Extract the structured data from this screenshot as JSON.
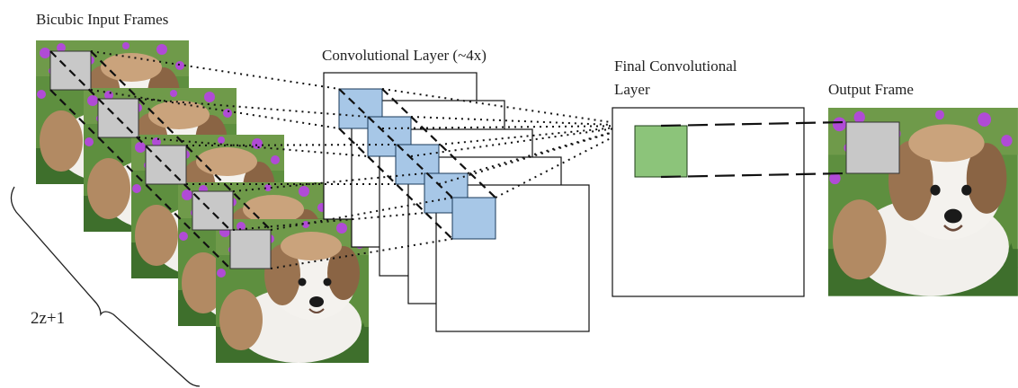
{
  "labels": {
    "input_frames": "Bicubic Input Frames",
    "conv_layer": "Convolutional Layer  (~4x)",
    "final_conv_line1": "Final Convolutional",
    "final_conv_line2": "Layer",
    "output_frame": "Output Frame",
    "frame_count": "2z+1"
  },
  "colors": {
    "feature_patch": "#a7c7e7",
    "output_patch": "#8cc47a",
    "pixel_patch": "#c8c8c8",
    "stroke": "#111111",
    "grass": "#4f8a3a",
    "flowers": "#b04bd6",
    "fur_white": "#f2f0ec",
    "fur_tan": "#b28a63"
  },
  "icons": {
    "input_frame": "puppy-photo-icon",
    "output_frame": "puppy-photo-icon"
  }
}
